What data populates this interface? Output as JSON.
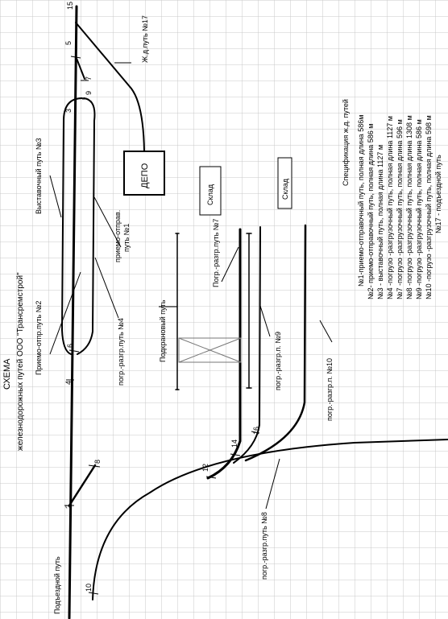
{
  "title": {
    "line1": "СХЕМА",
    "line2": "железнодорожных путей  ООО \"Трансремстрой\""
  },
  "spec": {
    "heading": "Спецификация ж.д. путей",
    "items": [
      "№1-приемо-отправочный путь, полная длина 586м",
      "№2- приемо-отправочный путь, полная длина 586 м",
      "№3 - выставочный путь, полная длина 1127 м",
      "№4 -погрузо -разгрузочный путь, полная длина 1127 м",
      "№7 -погрузо -разгрузочный путь, полная длина 596 м",
      "№8 -погрузо -разгрузочный путь, полная длина 1308 м",
      "№9 -погрузо -разгрузочный путь, полная длина 586 м",
      "№10 -погрузо -разгрузочный путь, полная длина 598 м",
      "№17 - подъездной путь"
    ]
  },
  "labels": {
    "podyezdnoy": "Подъездной путь",
    "vystavochny": "Выставочный путь №3",
    "priemo2": "Приемо-отпр.путь №2",
    "priemo1_a": "приемо-отправ.",
    "priemo1_b": "путь №1",
    "pogr4": "погр.-разгр.путь №4",
    "zhd17": "Ж.д.путь №17",
    "depo": "ДЕПО",
    "sklad1": "Склад",
    "sklad2": "Склад",
    "podkranovy": "Подкрановый путь",
    "pogr7": "Погр.-разгр.путь №7",
    "pogr9": "погр.-разгр.п. №9",
    "pogr10": "погр.-разгр.п. №10",
    "pogr8": "погр.-разгр.путь №8"
  },
  "switches": {
    "s15": "15",
    "s5": "5",
    "s7": "7",
    "s9": "9",
    "s3": "3",
    "s6": "6",
    "s4": "4",
    "s8": "8",
    "s2": "2",
    "s10": "10",
    "s12": "12",
    "s14": "14",
    "s16": "16"
  }
}
